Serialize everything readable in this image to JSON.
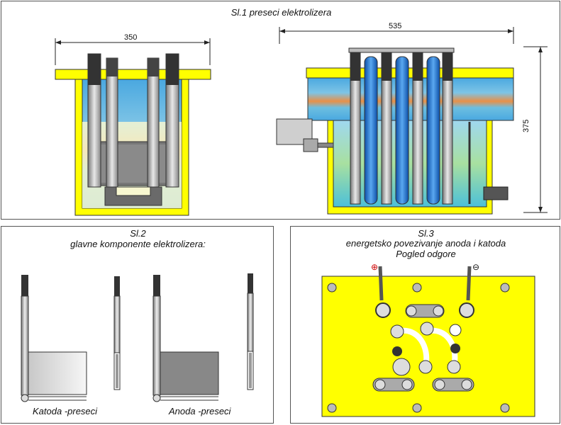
{
  "fig1": {
    "title": "Sl.1 preseci elektrolizera",
    "dim_width_left": "350",
    "dim_width_right": "535",
    "dim_height_right": "375"
  },
  "fig2": {
    "title_line1": "Sl.2",
    "title_line2": "glavne komponente elektrolizera:",
    "katoda_label": "Katoda -preseci",
    "anoda_label": "Anoda -preseci"
  },
  "fig3": {
    "title_line1": "Sl.3",
    "title_line2": "energetsko povezivanje anoda i katoda",
    "title_line3": "Pogled odgore",
    "plus_symbol": "⊕",
    "minus_symbol": "⊖"
  },
  "colors": {
    "yellow": "#ffff00",
    "tank_blue": "#4aa8e0",
    "tank_orange": "#ee8a3a",
    "tank_green": "#8fd36a",
    "electrode_gray": "#9a9a9a",
    "tube_blue": "#1b6fd1"
  }
}
